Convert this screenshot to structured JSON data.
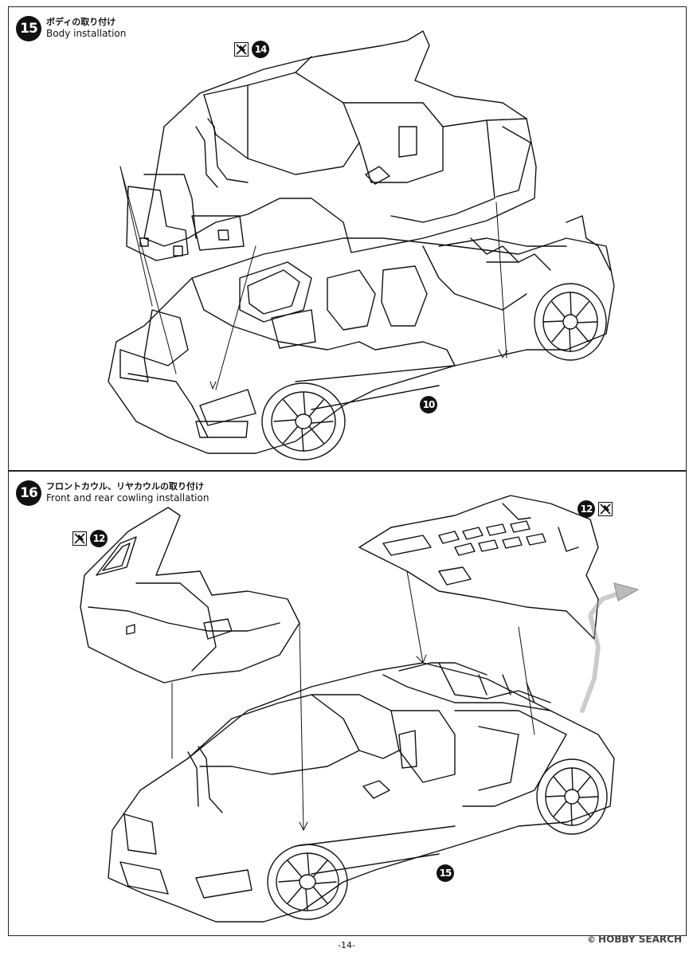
{
  "steps": [
    {
      "number": "15",
      "title_jp": "ボディの取り付け",
      "title_en": "Body installation",
      "callouts": [
        {
          "ref": "14",
          "has_glue_icon": true
        },
        {
          "ref": "10",
          "has_glue_icon": false
        }
      ]
    },
    {
      "number": "16",
      "title_jp": "フロントカウル、リヤカウルの取り付け",
      "title_en": "Front and rear cowling installation",
      "callouts": [
        {
          "ref": "12",
          "has_glue_icon": true
        },
        {
          "ref": "12",
          "has_glue_icon": true
        },
        {
          "ref": "15",
          "has_glue_icon": false
        }
      ]
    }
  ],
  "footer": {
    "page_number": "-14-",
    "watermark_logo": "HOBBY SEARCH",
    "watermark_mark": "©"
  }
}
